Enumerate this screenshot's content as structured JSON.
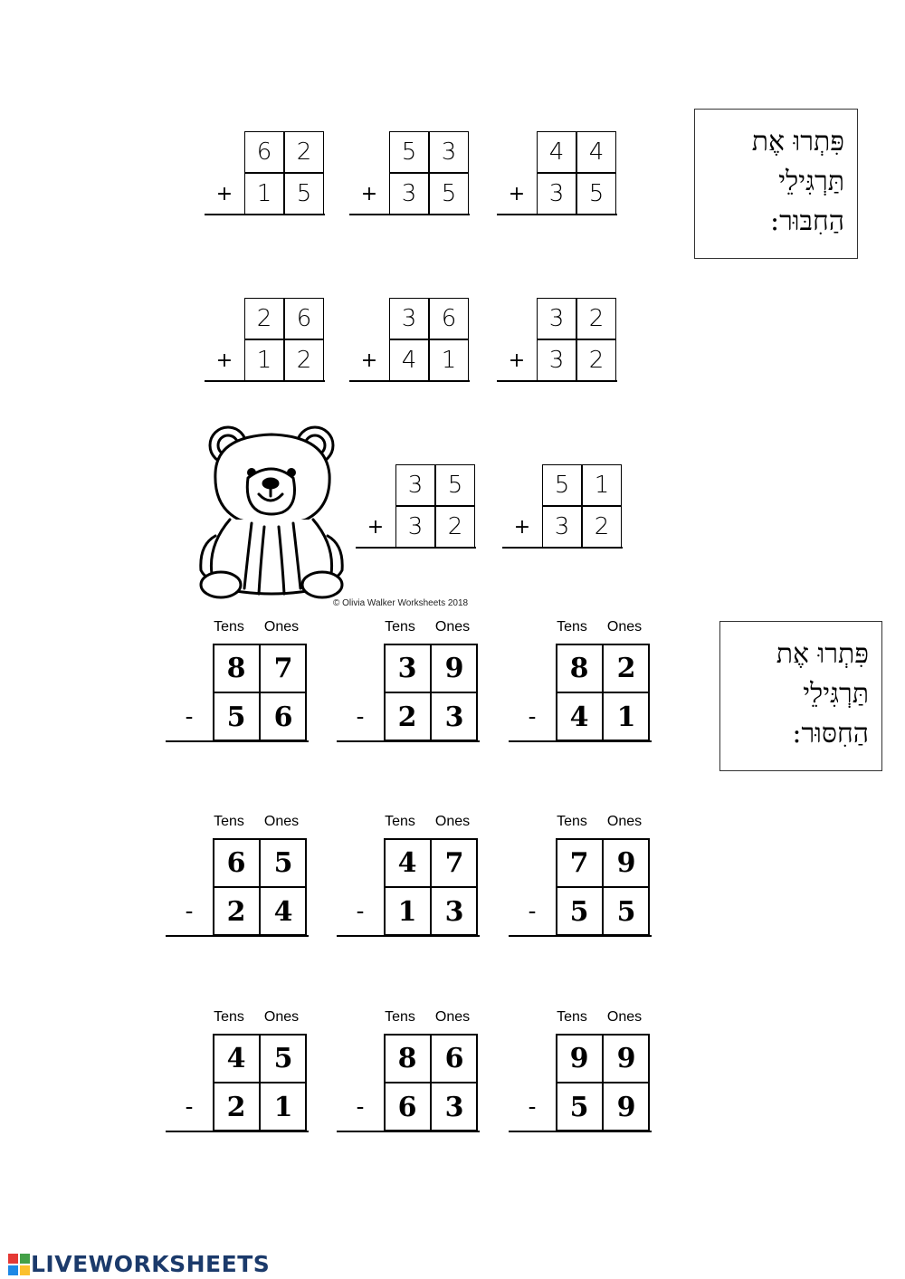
{
  "addition_instruction": [
    "פִּתְרוּ אֶת",
    "תַּרְגִּילֵי",
    "הַחִבּוּר:"
  ],
  "subtraction_instruction": [
    "פִּתְרוּ אֶת",
    "תַּרְגִּילֵי",
    "הַחִסּוּר:"
  ],
  "addition_problems": [
    {
      "operator": "+",
      "top": [
        "6",
        "2"
      ],
      "bottom": [
        "1",
        "5"
      ]
    },
    {
      "operator": "+",
      "top": [
        "5",
        "3"
      ],
      "bottom": [
        "3",
        "5"
      ]
    },
    {
      "operator": "+",
      "top": [
        "4",
        "4"
      ],
      "bottom": [
        "3",
        "5"
      ]
    },
    {
      "operator": "+",
      "top": [
        "2",
        "6"
      ],
      "bottom": [
        "1",
        "2"
      ]
    },
    {
      "operator": "+",
      "top": [
        "3",
        "6"
      ],
      "bottom": [
        "4",
        "1"
      ]
    },
    {
      "operator": "+",
      "top": [
        "3",
        "2"
      ],
      "bottom": [
        "3",
        "2"
      ]
    },
    {
      "operator": "+",
      "top": [
        "3",
        "5"
      ],
      "bottom": [
        "3",
        "2"
      ]
    },
    {
      "operator": "+",
      "top": [
        "5",
        "1"
      ],
      "bottom": [
        "3",
        "2"
      ]
    }
  ],
  "column_headers": {
    "tens": "Tens",
    "ones": "Ones"
  },
  "subtraction_problems": [
    {
      "operator": "-",
      "top": [
        "8",
        "7"
      ],
      "bottom": [
        "5",
        "6"
      ]
    },
    {
      "operator": "-",
      "top": [
        "3",
        "9"
      ],
      "bottom": [
        "2",
        "3"
      ]
    },
    {
      "operator": "-",
      "top": [
        "8",
        "2"
      ],
      "bottom": [
        "4",
        "1"
      ]
    },
    {
      "operator": "-",
      "top": [
        "6",
        "5"
      ],
      "bottom": [
        "2",
        "4"
      ]
    },
    {
      "operator": "-",
      "top": [
        "4",
        "7"
      ],
      "bottom": [
        "1",
        "3"
      ]
    },
    {
      "operator": "-",
      "top": [
        "7",
        "9"
      ],
      "bottom": [
        "5",
        "5"
      ]
    },
    {
      "operator": "-",
      "top": [
        "4",
        "5"
      ],
      "bottom": [
        "2",
        "1"
      ]
    },
    {
      "operator": "-",
      "top": [
        "8",
        "6"
      ],
      "bottom": [
        "6",
        "3"
      ]
    },
    {
      "operator": "-",
      "top": [
        "9",
        "9"
      ],
      "bottom": [
        "5",
        "9"
      ]
    }
  ],
  "copyright": "© Olivia Walker Worksheets 2018",
  "footer_brand": "LIVEWORKSHEETS",
  "colors": {
    "brand": "#1b3a6b",
    "ink": "#000000"
  }
}
